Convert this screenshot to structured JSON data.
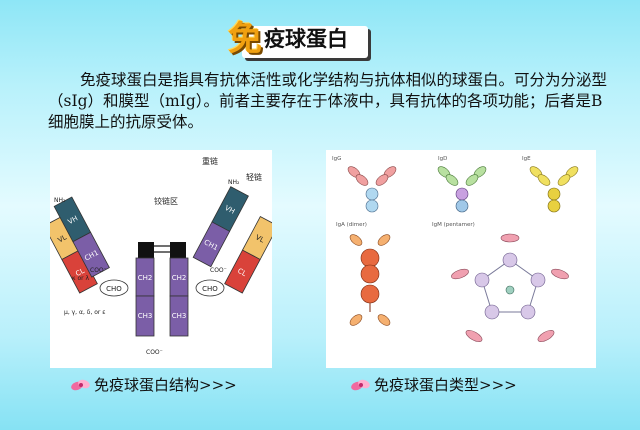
{
  "title": {
    "first_char": "免",
    "rest": "疫球蛋白"
  },
  "description": "免疫球蛋白是指具有抗体活性或化学结构与抗体相似的球蛋白。可分为分泌型（sIg）和膜型（mIg）。前者主要存在于体液中，具有抗体的各项功能；后者是B细胞膜上的抗原受体。",
  "left_diagram": {
    "heavy_chain_label": "重链",
    "light_chain_label": "轻链",
    "hinge_label": "铰链区",
    "nh2": "NH₂",
    "coo": "COO⁻",
    "cho": "CHO",
    "vl": "VL",
    "cl": "CL",
    "vh": "VH",
    "ch1": "CH1",
    "ch2": "CH2",
    "ch3": "CH3",
    "kappa_lambda": "κ or λ",
    "heavy_types": "μ, γ, α, δ, or ε"
  },
  "right_diagram": {
    "igg": "IgG",
    "igd": "IgD",
    "ige": "IgE",
    "iga": "IgA (dimer)",
    "igm": "IgM (pentamer)"
  },
  "links": {
    "structure": "免疫球蛋白结构>>>",
    "types": "免疫球蛋白类型>>>"
  },
  "colors": {
    "heavy_variable": "#2f5d6e",
    "heavy_constant": "#7b5ea7",
    "light_variable": "#f2c36b",
    "light_constant": "#d9423a",
    "title_accent": "#f0a010"
  },
  "icons": {
    "bullet": "pink-ribbon-bullet-icon"
  }
}
